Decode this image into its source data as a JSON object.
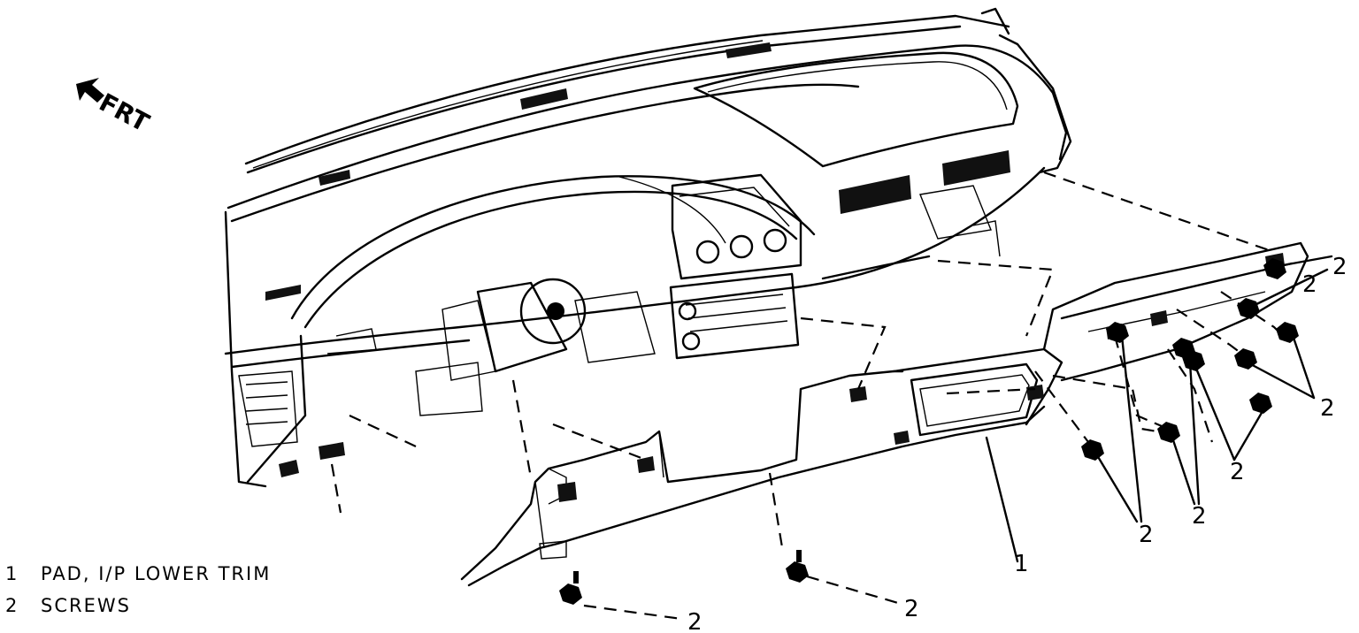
{
  "figure": {
    "direction_label": "FRT",
    "legend": [
      {
        "number": "1",
        "description": "PAD, I/P LOWER TRIM"
      },
      {
        "number": "2",
        "description": "SCREWS"
      }
    ],
    "callouts": [
      "2",
      "2",
      "2",
      "2",
      "2",
      "2",
      "2",
      "2",
      "1"
    ]
  }
}
